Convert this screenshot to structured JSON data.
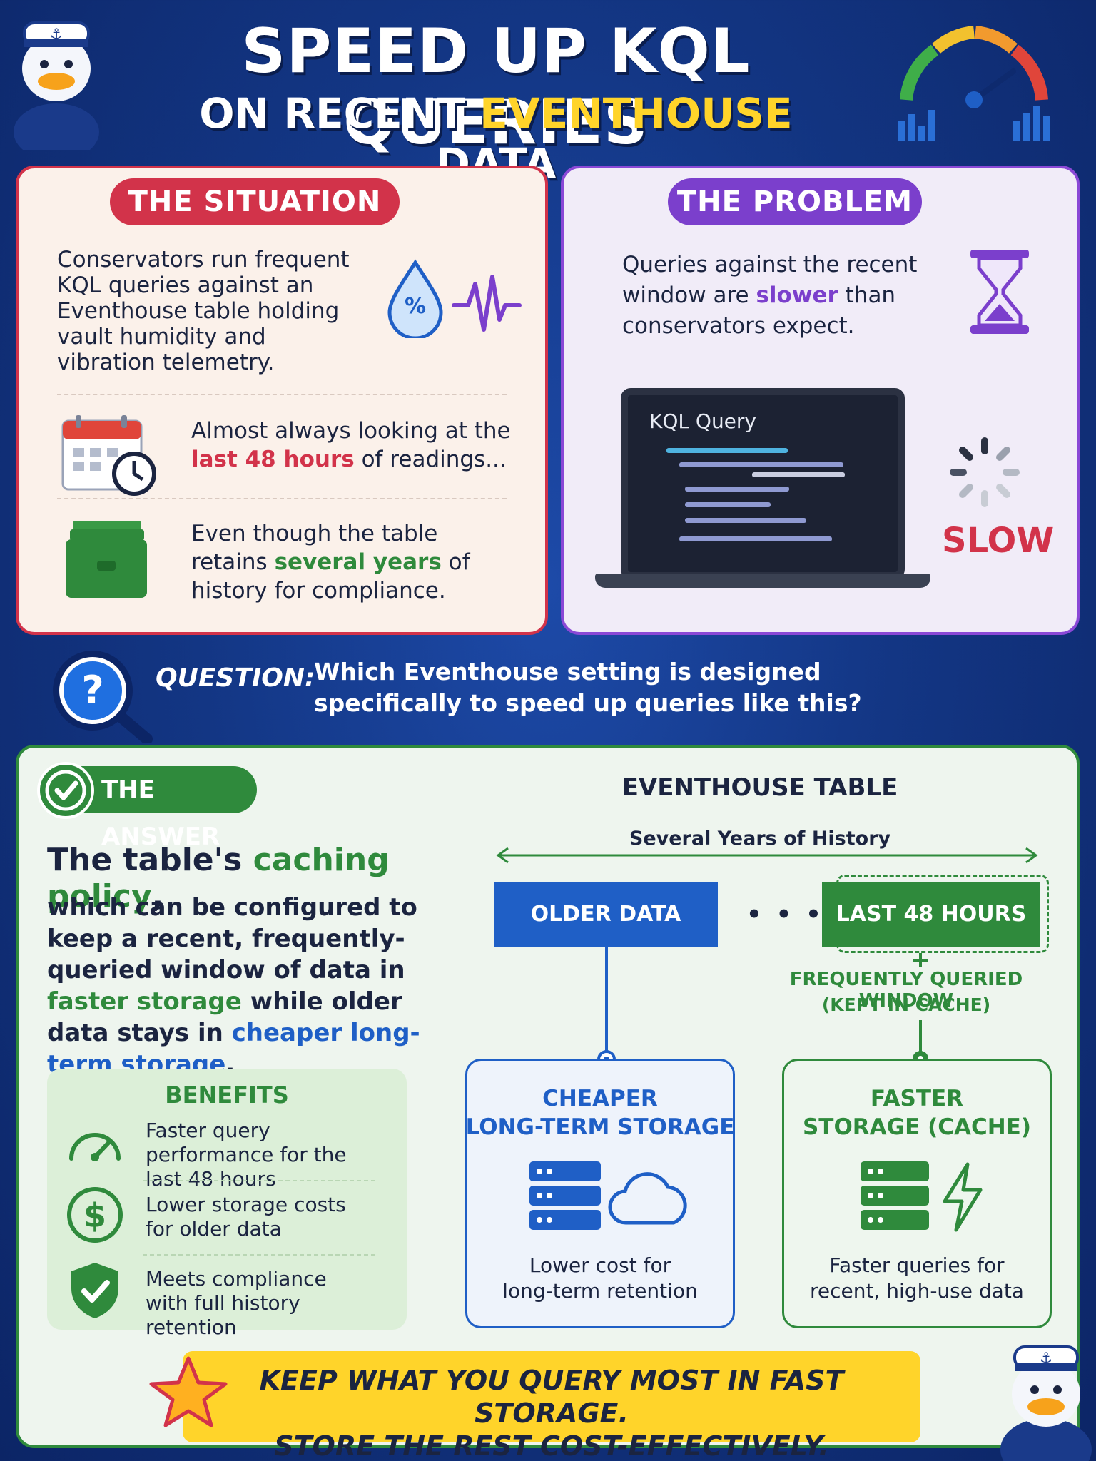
{
  "header": {
    "title_line1": "SPEED UP KQL QUERIES",
    "title_line2_prefix": "ON RECENT ",
    "title_line2_highlight": "EVENTHOUSE",
    "title_line2_suffix": " DATA"
  },
  "situation": {
    "label": "THE SITUATION",
    "description": "Conservators run frequent KQL queries against an Eventhouse table holding vault humidity and vibration telemetry.",
    "humidity_symbol": "%",
    "point1_prefix": "Almost always looking at the ",
    "point1_highlight": "last 48 hours",
    "point1_suffix": " of readings...",
    "point2_prefix": "Even though the table retains ",
    "point2_highlight": "several years",
    "point2_suffix": " of history for compliance."
  },
  "problem": {
    "label": "THE PROBLEM",
    "text_prefix": "Queries against the recent window are ",
    "text_highlight": "slower",
    "text_suffix": " than conservators expect.",
    "screen_label": "KQL Query",
    "slow_label": "SLOW"
  },
  "question": {
    "label": "QUESTION:",
    "text": "Which Eventhouse setting is designed specifically to speed up queries like this?"
  },
  "answer": {
    "label": "THE ANSWER",
    "head_prefix": "The table's ",
    "head_highlight": "caching policy",
    "head_suffix": ",",
    "body_1": "which can be configured to keep a recent, frequently-queried window of data in ",
    "body_hl1": "faster storage",
    "body_2": " while older data stays in ",
    "body_hl2": "cheaper long-term storage",
    "body_3": "."
  },
  "benefits": {
    "title": "BENEFITS",
    "items": [
      {
        "icon": "speedometer-icon",
        "text": "Faster query performance for the last 48 hours"
      },
      {
        "icon": "dollar-icon",
        "text": "Lower storage costs for older data"
      },
      {
        "icon": "shield-check-icon",
        "text": "Meets compliance with full history retention"
      }
    ]
  },
  "eventhouse": {
    "title": "EVENTHOUSE TABLE",
    "history_label": "Several Years of History",
    "older_label": "OLDER DATA",
    "dots": "• • •",
    "recent_label": "LAST 48 HOURS",
    "window_title": "FREQUENTLY QUERIED WINDOW",
    "window_sub": "(KEPT IN CACHE)"
  },
  "storage": {
    "cheap_title_1": "CHEAPER",
    "cheap_title_2": "LONG-TERM STORAGE",
    "cheap_desc_1": "Lower cost for",
    "cheap_desc_2": "long-term retention",
    "fast_title_1": "FASTER",
    "fast_title_2": "STORAGE (CACHE)",
    "fast_desc_1": "Faster queries for",
    "fast_desc_2": "recent, high-use data"
  },
  "banner": {
    "line1": "KEEP WHAT YOU QUERY MOST IN FAST STORAGE.",
    "line2": "STORE THE REST COST-EFFECTIVELY."
  },
  "colors": {
    "red": "#d2334a",
    "purple": "#7b3fcc",
    "green": "#2f8a3c",
    "blue": "#1f5fc6",
    "yellow": "#ffd42a",
    "navy": "#133684"
  }
}
